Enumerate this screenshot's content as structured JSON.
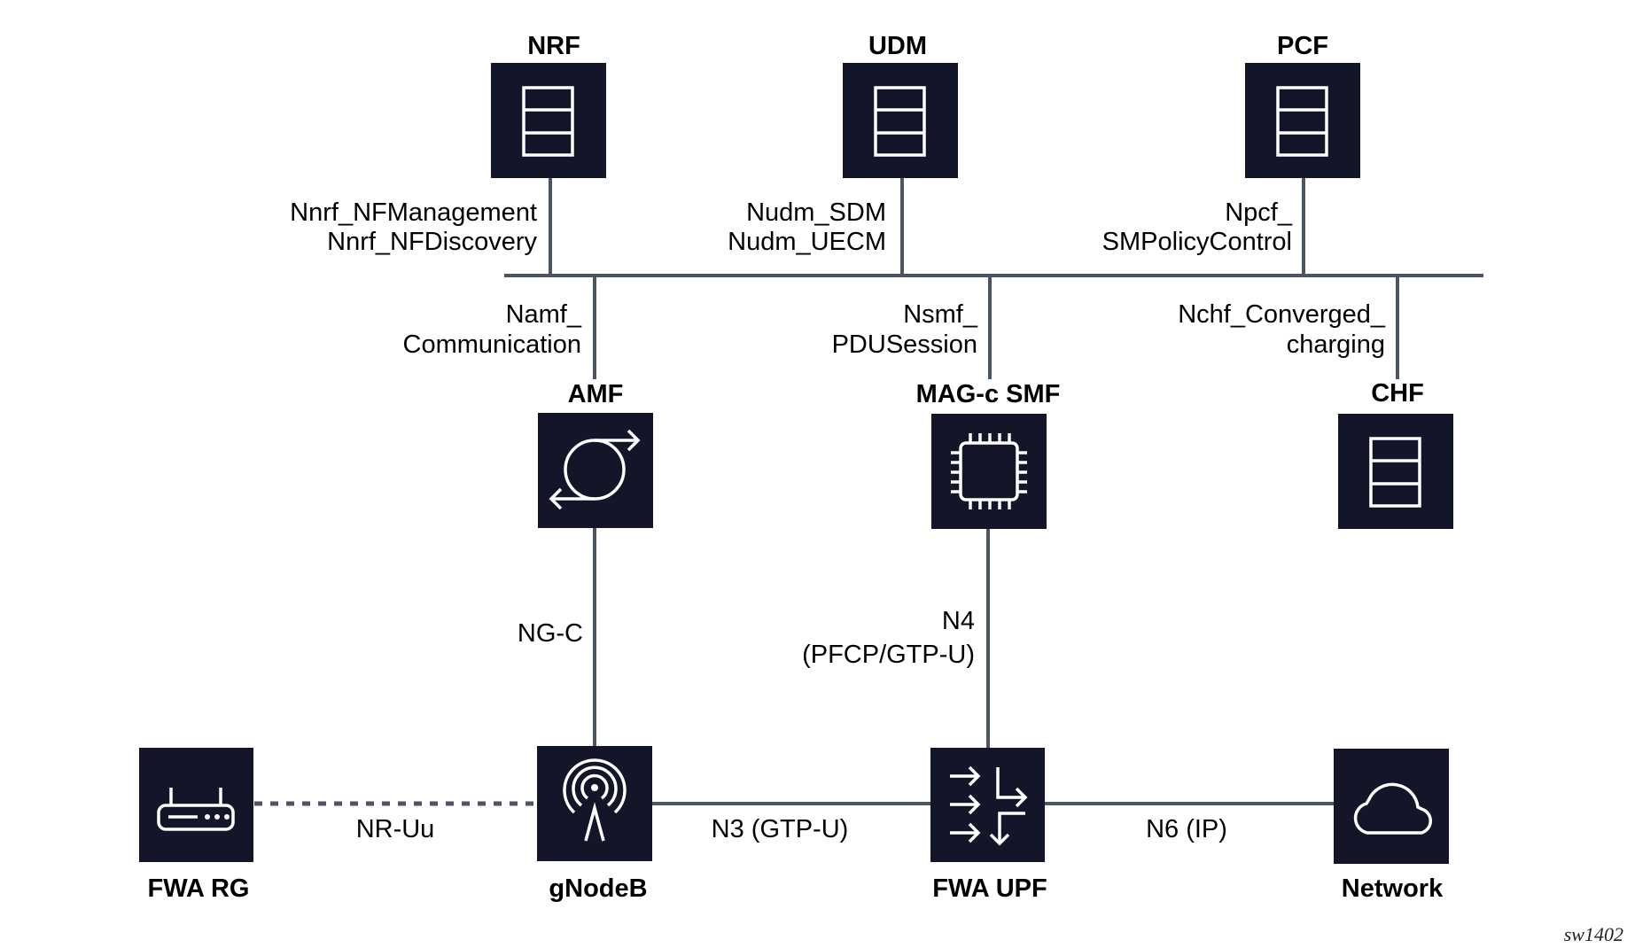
{
  "diagram": {
    "figure_id": "sw1402",
    "nodes": {
      "nrf": {
        "label": "NRF",
        "icon": "database-icon"
      },
      "udm": {
        "label": "UDM",
        "icon": "database-icon"
      },
      "pcf": {
        "label": "PCF",
        "icon": "database-icon"
      },
      "amf": {
        "label": "AMF",
        "icon": "cycle-arrows-icon"
      },
      "smf": {
        "label": "MAG-c SMF",
        "icon": "processor-chip-icon"
      },
      "chf": {
        "label": "CHF",
        "icon": "database-icon"
      },
      "rg": {
        "label": "FWA RG",
        "icon": "router-icon"
      },
      "gnb": {
        "label": "gNodeB",
        "icon": "antenna-tower-icon"
      },
      "upf": {
        "label": "FWA UPF",
        "icon": "traffic-routing-icon"
      },
      "net": {
        "label": "Network",
        "icon": "cloud-icon"
      }
    },
    "interfaces": {
      "nrf": [
        "Nnrf_NFManagement",
        "Nnrf_NFDiscovery"
      ],
      "udm": [
        "Nudm_SDM",
        "Nudm_UECM"
      ],
      "pcf": [
        "Npcf_",
        "SMPolicyControl"
      ],
      "amf": [
        "Namf_",
        "Communication"
      ],
      "smf": [
        "Nsmf_",
        "PDUSession"
      ],
      "chf": [
        "Nchf_Converged_",
        "charging"
      ],
      "ngc": "NG-C",
      "n4": [
        "N4",
        "(PFCP/GTP-U)"
      ],
      "nruu": "NR-Uu",
      "n3": "N3 (GTP-U)",
      "n6": "N6 (IP)"
    },
    "links": [
      {
        "from": "nrf",
        "to": "service-bus",
        "style": "solid"
      },
      {
        "from": "udm",
        "to": "service-bus",
        "style": "solid"
      },
      {
        "from": "pcf",
        "to": "service-bus",
        "style": "solid"
      },
      {
        "from": "service-bus",
        "to": "amf",
        "style": "solid"
      },
      {
        "from": "service-bus",
        "to": "smf",
        "style": "solid"
      },
      {
        "from": "service-bus",
        "to": "chf",
        "style": "solid"
      },
      {
        "from": "amf",
        "to": "gnb",
        "label": "NG-C",
        "style": "solid"
      },
      {
        "from": "smf",
        "to": "upf",
        "label": "N4",
        "style": "solid"
      },
      {
        "from": "rg",
        "to": "gnb",
        "label": "NR-Uu",
        "style": "dashed"
      },
      {
        "from": "gnb",
        "to": "upf",
        "label": "N3",
        "style": "solid"
      },
      {
        "from": "upf",
        "to": "net",
        "label": "N6",
        "style": "solid"
      }
    ],
    "colors": {
      "node_fill": "#131628",
      "link": "#4b5563",
      "icon": "#ffffff"
    }
  }
}
